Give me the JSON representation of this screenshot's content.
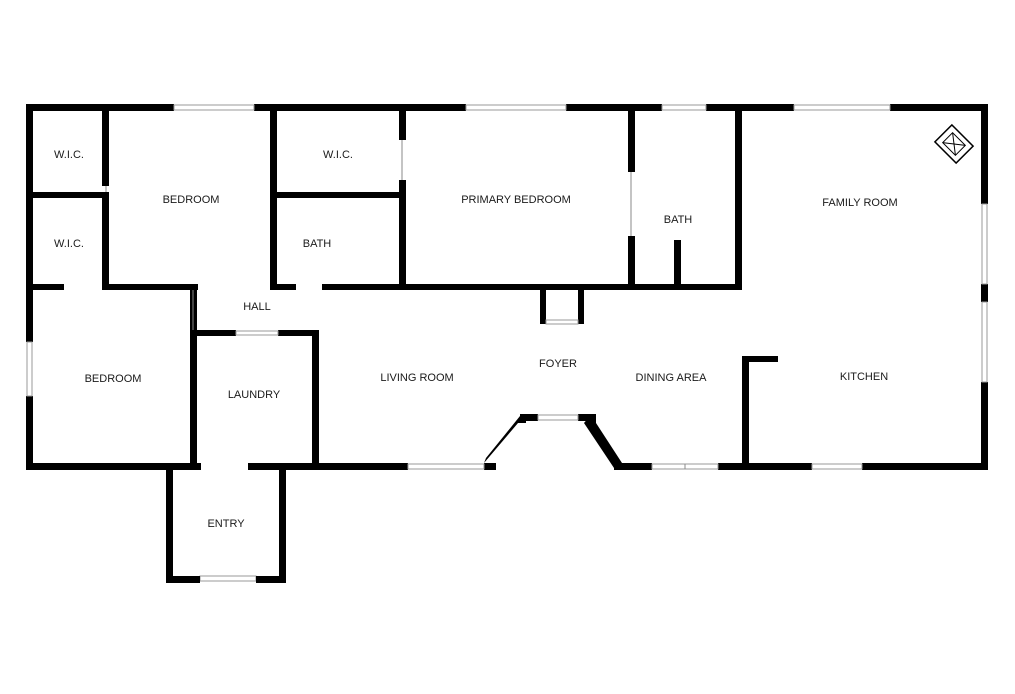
{
  "rooms": {
    "wic_top_left": "W.I.C.",
    "wic_mid_left": "W.I.C.",
    "bedroom_top": "BEDROOM",
    "wic_center": "W.I.C.",
    "bath_center": "BATH",
    "primary_bedroom": "PRIMARY BEDROOM",
    "bath_right": "BATH",
    "family_room": "FAMILY ROOM",
    "hall": "HALL",
    "bedroom_left": "BEDROOM",
    "laundry": "LAUNDRY",
    "living_room": "LIVING ROOM",
    "foyer": "FOYER",
    "dining_area": "DINING AREA",
    "kitchen": "KITCHEN",
    "entry": "ENTRY"
  },
  "icons": {
    "fireplace": "fireplace-icon"
  },
  "colors": {
    "wall": "#000000",
    "background": "#ffffff"
  }
}
